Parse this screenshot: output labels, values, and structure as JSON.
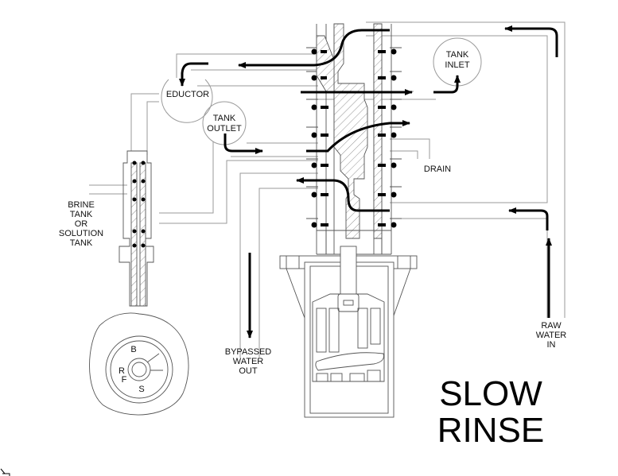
{
  "diagram": {
    "title_line1": "SLOW",
    "title_line2": "RINSE",
    "labels": {
      "eductor": "EDUCTOR",
      "tank_inlet_1": "TANK",
      "tank_inlet_2": "INLET",
      "tank_outlet_1": "TANK",
      "tank_outlet_2": "OUTLET",
      "drain": "DRAIN",
      "brine_1": "BRINE",
      "brine_2": "TANK",
      "brine_3": "OR",
      "brine_4": "SOLUTION",
      "brine_5": "TANK",
      "bypass_1": "BYPASSED",
      "bypass_2": "WATER",
      "bypass_3": "OUT",
      "raw_1": "RAW",
      "raw_2": "WATER",
      "raw_3": "IN"
    },
    "dial_letters": [
      "B",
      "R",
      "F",
      "S"
    ],
    "flow_color": "#000000",
    "pipe_color": "#9a9a9a"
  }
}
